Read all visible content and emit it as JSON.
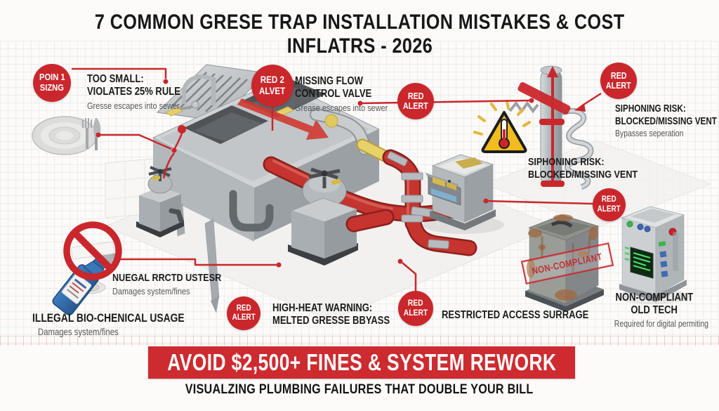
{
  "title": {
    "line1": "7 COMMON GRESE TRAP INSTALLATION MISTAKES & COST",
    "line2": "INFLATRS - 2026"
  },
  "badges": {
    "point1": {
      "line1": "POIN 1",
      "line2": "SIZNG"
    },
    "red2": {
      "line1": "RED 2",
      "line2": "ALVET"
    },
    "alert_mid": {
      "line1": "RED",
      "line2": "ALERT"
    },
    "alert_vent": {
      "line1": "RED",
      "line2": "ALERT"
    },
    "alert_tank": {
      "line1": "RED",
      "line2": "ALERT"
    },
    "alert_heat": {
      "line1": "RED",
      "line2": "ALERT"
    },
    "alert_restricted": {
      "line1": "RED",
      "line2": "ALERT"
    }
  },
  "callouts": {
    "too_small": {
      "line1": "TOO SMALL:",
      "line2": "VIOLATES 25% RULE",
      "sub": "Gresse escapes into sewer"
    },
    "missing_flow": {
      "line1": "MISSING FLOW",
      "line2": "CONTROL VALVE",
      "sub": "Grease escapes into sewer"
    },
    "siphoning_right": {
      "line1": "SIPHONING RISK:",
      "line2": "BLOCKED/MISSING VENT",
      "sub": "Bypasses seperation"
    },
    "siphoning_center": {
      "line1": "SIPHONING RISK:",
      "line2": "BLOCKED/MISSING VENT"
    },
    "illegal_garbled": {
      "line1": "NUEGAL RRCTD USTESR",
      "sub": "Damages system/fines"
    },
    "illegal_bio": {
      "line1": "ILLEGAL BIO-CHENICAL USAGE",
      "sub": "Damages system/fines"
    },
    "high_heat": {
      "line1": "HIGH-HEAT WARNING:",
      "line2": "MELTED GRESSE BBYASS"
    },
    "restricted": {
      "line1": "RESTRICTED ACCESS SURRAGE"
    },
    "old_tech": {
      "line1": "NON-COMPLIANT",
      "line2": "OLD TECH",
      "sub": "Required for digital permiting"
    }
  },
  "stamp": {
    "text": "NON-COMPLIANT"
  },
  "banner": {
    "headline": "AVOID $2,500+ FINES & SYSTEM REWORK",
    "subline": "VISUALZING PLUMBING FAILURES THAT DOUBLE YOUR BILL"
  },
  "colors": {
    "alert_red": "#c9272c",
    "pipe_red": "#c5342f",
    "banner_red": "#cd2b2f",
    "warning_yellow": "#f2bc1e"
  }
}
